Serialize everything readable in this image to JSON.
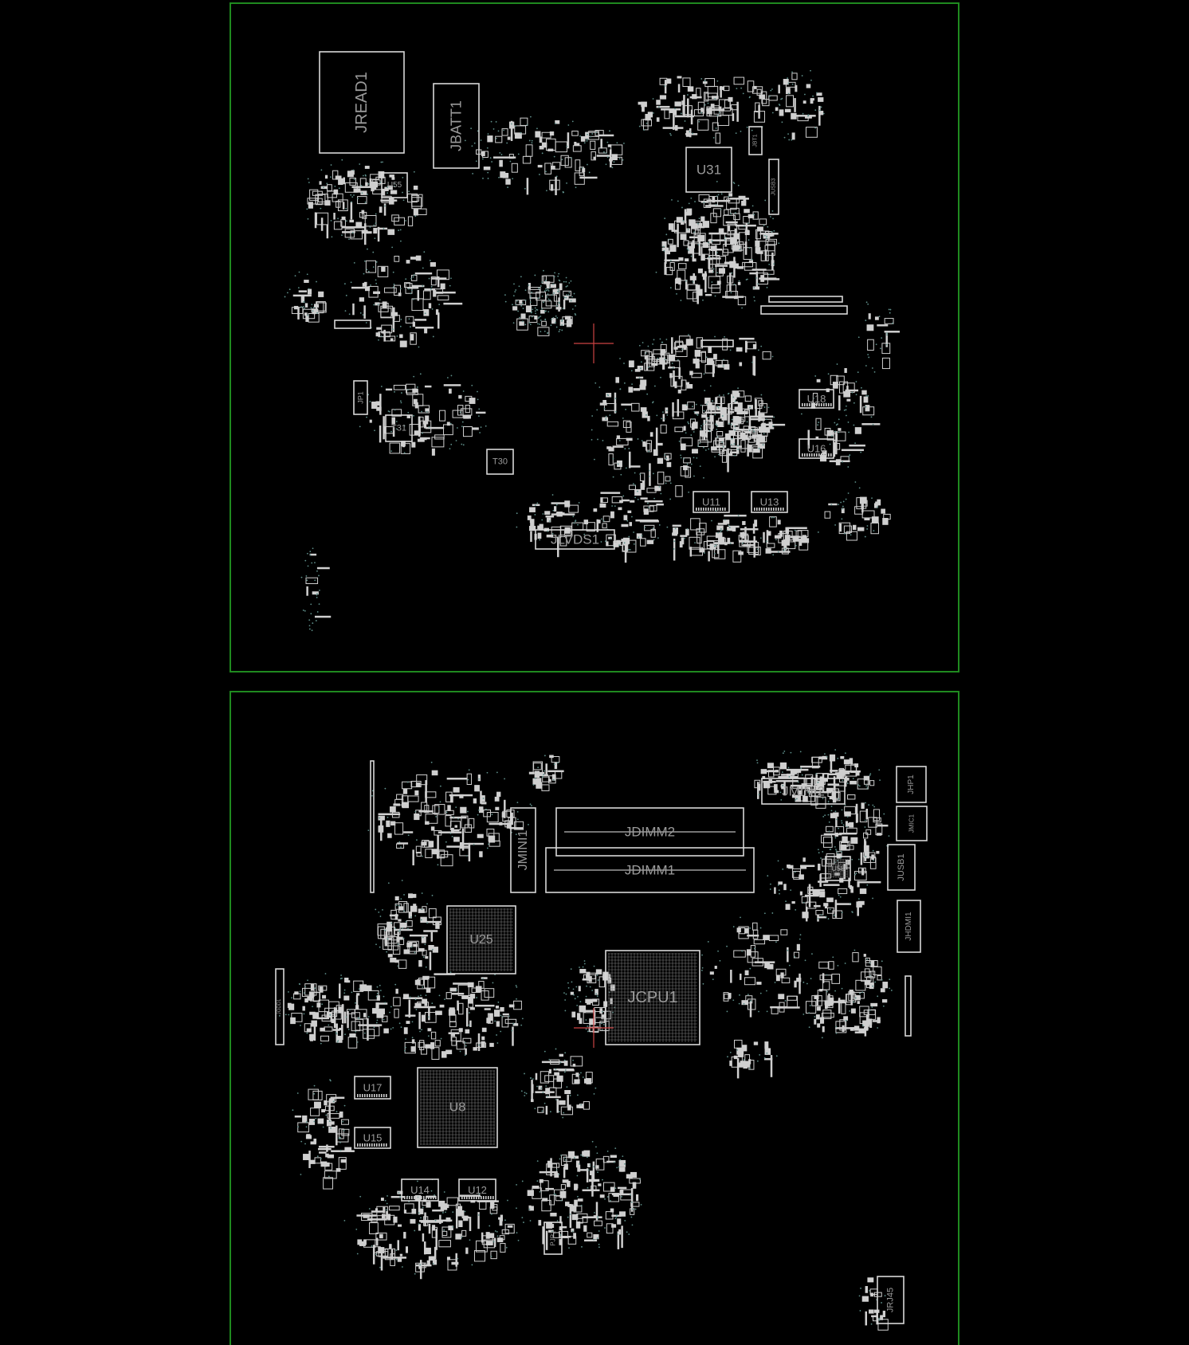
{
  "viewer": {
    "background": "#000000",
    "outline_color": "#1f8a1f",
    "silkscreen_color": "#d8d8d8",
    "marker_color": "#cc4444"
  },
  "top_side": {
    "labels": {
      "jread1": "JREAD1",
      "jbatt1": "JBATT1",
      "u31": "U31",
      "u55": "U55",
      "t31": "T31",
      "t30": "T30",
      "jlvds1": "JLVDS1",
      "u18": "U18",
      "u16": "U16",
      "u11": "U11",
      "u13": "U13",
      "jp1": "JP1",
      "jbt1": "JBT1",
      "jusb3": "JUSB3"
    }
  },
  "bottom_side": {
    "labels": {
      "jmini2": "JMINI2",
      "jhp1": "JHP1",
      "jmic1": "JMIC1",
      "jusb1": "JUSB1",
      "jhdmi1": "JHDMI1",
      "jdimm2": "JDIMM2",
      "jdimm1": "JDIMM1",
      "jmini1": "JMINI1",
      "u25": "U25",
      "jcpu1": "JCPU1",
      "u8": "U8",
      "u17": "U17",
      "u15": "U15",
      "u14": "U14",
      "u12": "U12",
      "u58": "U58",
      "jrj45": "JRJ45",
      "pjp1": "PJP1",
      "jodd1": "JODD1"
    }
  }
}
